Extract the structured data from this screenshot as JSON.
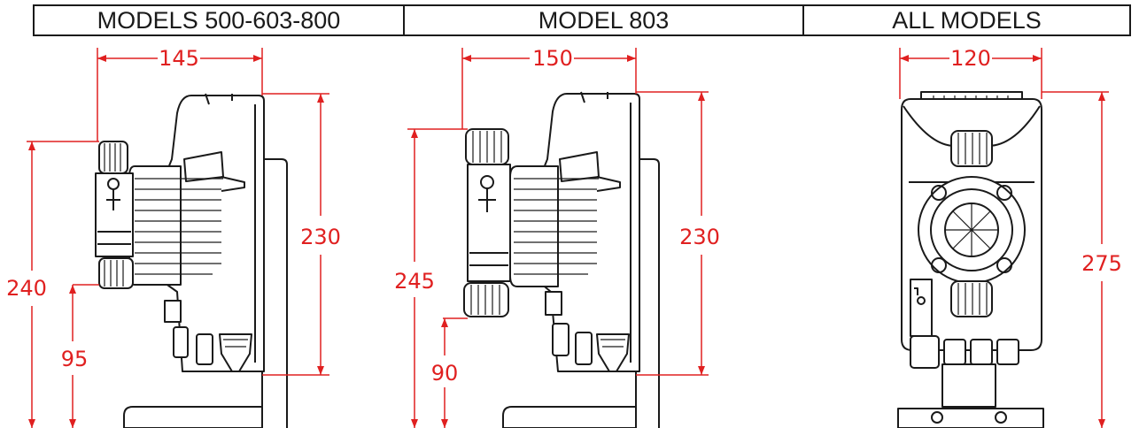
{
  "header": {
    "col1": "MODELS 500-603-800",
    "col2": "MODEL 803",
    "col3": "ALL MODELS"
  },
  "views": {
    "side_a": {
      "width_dim": "145",
      "height_dim": "230",
      "total_height_dim": "240",
      "inlet_height_dim": "95"
    },
    "side_b": {
      "width_dim": "150",
      "height_dim": "230",
      "total_height_dim": "245",
      "inlet_height_dim": "90"
    },
    "front": {
      "width_dim": "120",
      "height_dim": "275"
    }
  },
  "colors": {
    "dimension": "#e02020",
    "ink": "#1a1a1a"
  }
}
